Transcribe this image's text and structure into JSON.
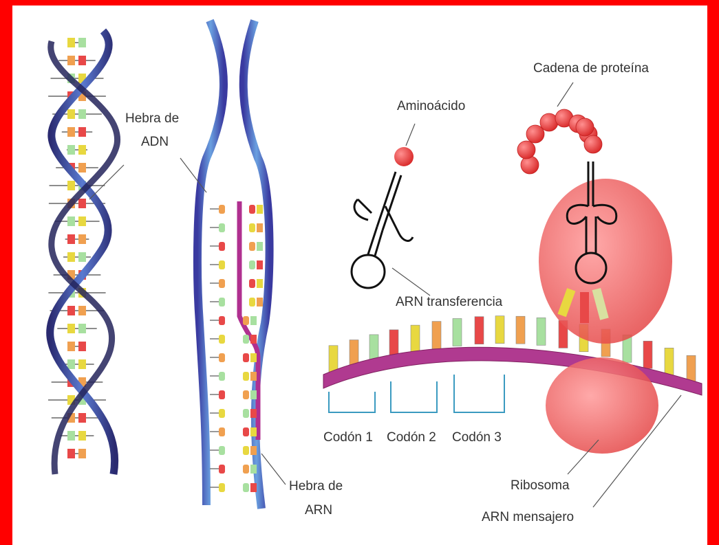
{
  "labels": {
    "dna_strand": [
      "Hebra de",
      "ADN"
    ],
    "rna_strand": [
      "Hebra de",
      "ARN"
    ],
    "amino_acid": "Aminoácido",
    "protein_chain": "Cadena de proteína",
    "trna": "ARN transferencia",
    "codon_1": "Codón 1",
    "codon_2": "Codón 2",
    "codon_3": "Codón 3",
    "ribosome": "Ribosoma",
    "mrna": "ARN mensajero"
  },
  "colors": {
    "frame": "#ff0000",
    "dna_backbone": "#4a4aa8",
    "rna_backbone": "#b03090",
    "ribosome": "#ee5555",
    "amino": "#e83a3a",
    "codon_bracket": "#3a9ac0",
    "base_colors": [
      "#e8d840",
      "#f0a050",
      "#a8e0a0",
      "#e84848"
    ]
  }
}
